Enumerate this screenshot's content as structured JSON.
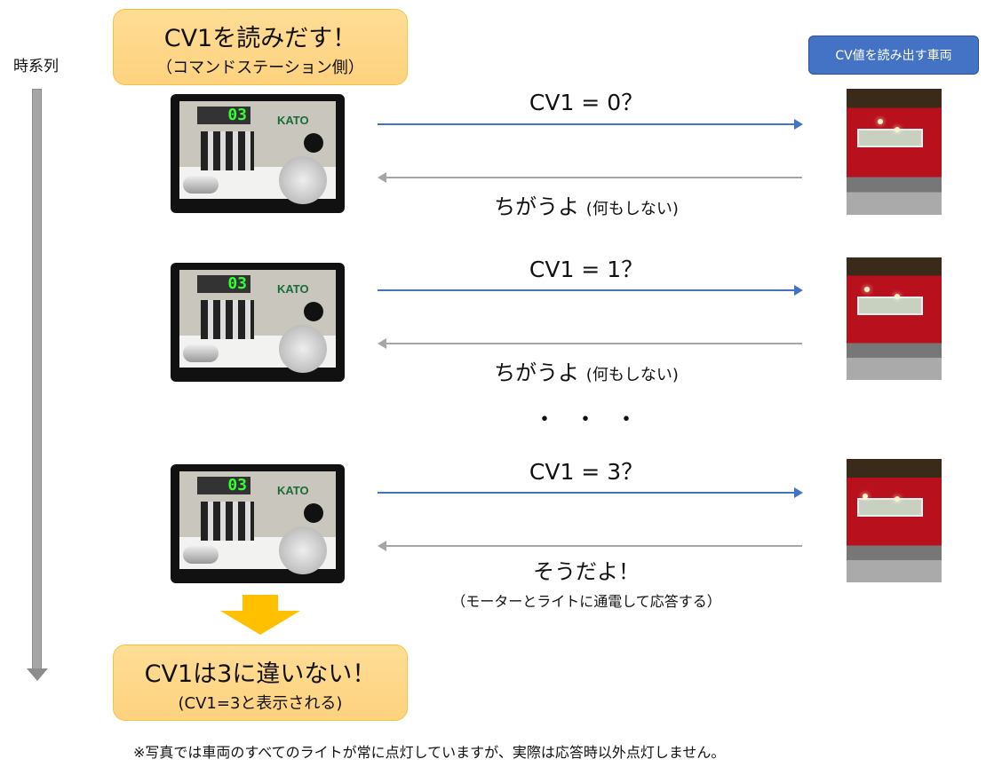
{
  "timeline": {
    "label": "時系列"
  },
  "start_box": {
    "title": "CV1を読みだす！",
    "subtitle": "（コマンドステーション側）"
  },
  "vehicle_button": {
    "label": "CV値を読み出す車両"
  },
  "rows": [
    {
      "display": "03",
      "query": "CV1 = 0？",
      "reply": "ちがうよ",
      "reply_note": "(何もしない)"
    },
    {
      "display": "03",
      "query": "CV1 = 1？",
      "reply": "ちがうよ",
      "reply_note": "(何もしない)"
    },
    {
      "display": "03",
      "query": "CV1 = 3？",
      "reply": "そうだよ！",
      "reply_note": "（モーターとライトに通電して応答する）"
    }
  ],
  "ellipsis": "・・・",
  "controller_brand": "KATO",
  "result_box": {
    "title": "CV1は3に違いない！",
    "subtitle": "(CV1=3と表示される)"
  },
  "footnote": "※写真では車両のすべてのライトが常に点灯していますが、実際は応答時以外点灯しません。",
  "colors": {
    "box_fill": "#fdd78a",
    "box_border": "#f5c242",
    "blue_arrow": "#4472c4",
    "gray_arrow": "#a6a6a6",
    "down_arrow": "#ffc000",
    "button": "#4472c4"
  }
}
